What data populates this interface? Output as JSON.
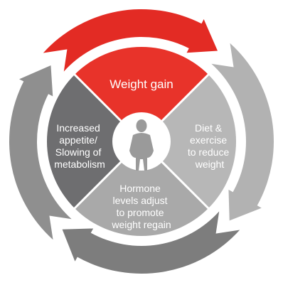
{
  "segments": {
    "top": {
      "lines": [
        "Weight gain"
      ]
    },
    "right": {
      "lines": [
        "Diet &",
        "exercise",
        "to reduce",
        "weight"
      ]
    },
    "bottom": {
      "lines": [
        "Hormone",
        "levels adjust",
        "to promote",
        "weight regain"
      ]
    },
    "left": {
      "lines": [
        "Increased",
        "appetite/",
        "Slowing of",
        "metabolism"
      ]
    }
  },
  "center_icon": "human-silhouette-icon",
  "colors": {
    "top_segment": "#e8332a",
    "right_segment": "#b7b7b7",
    "bottom_segment": "#a9a9a9",
    "left_segment": "#6e6e70",
    "arrow_top": "#e32b24",
    "arrow_right": "#b2b2b2",
    "arrow_bottom": "#7d7d7d",
    "arrow_left": "#8f8f8f",
    "center_circle": "#ffffff",
    "silhouette": "#9a9a9a"
  }
}
